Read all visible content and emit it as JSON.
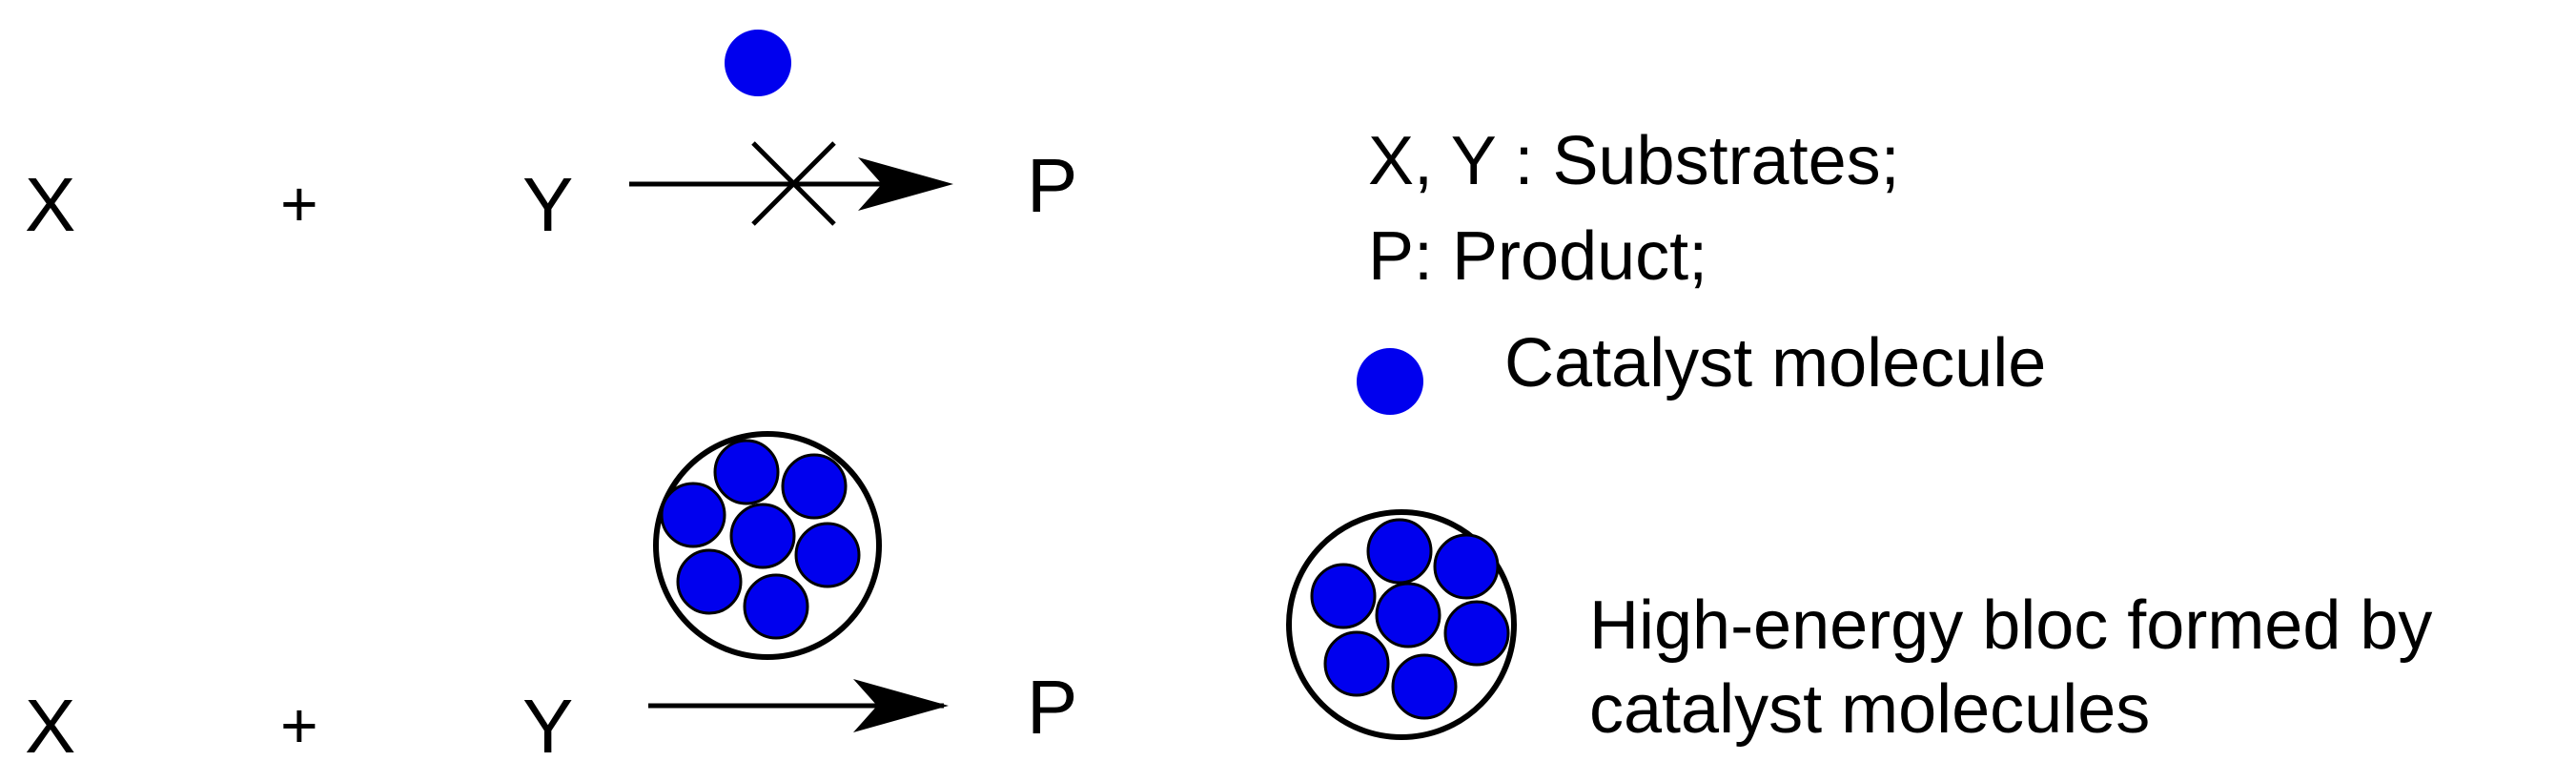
{
  "reactions": [
    {
      "reactant_x": "X",
      "plus": "+",
      "reactant_y": "Y",
      "product": "P",
      "arrow": "blocked-arrow",
      "catalyst": "single-catalyst-molecule"
    },
    {
      "reactant_x": "X",
      "plus": "+",
      "reactant_y": "Y",
      "product": "P",
      "arrow": "open-arrow",
      "catalyst": "high-energy-bloc"
    }
  ],
  "legend": {
    "substrates": "X, Y :  Substrates;",
    "product": "P: Product;",
    "catalyst_molecule": "Catalyst molecule",
    "bloc_line1": "High-energy bloc formed by",
    "bloc_line2": "catalyst molecules"
  },
  "colors": {
    "catalyst": "#0000ee",
    "ink": "#000000",
    "background": "#ffffff"
  }
}
